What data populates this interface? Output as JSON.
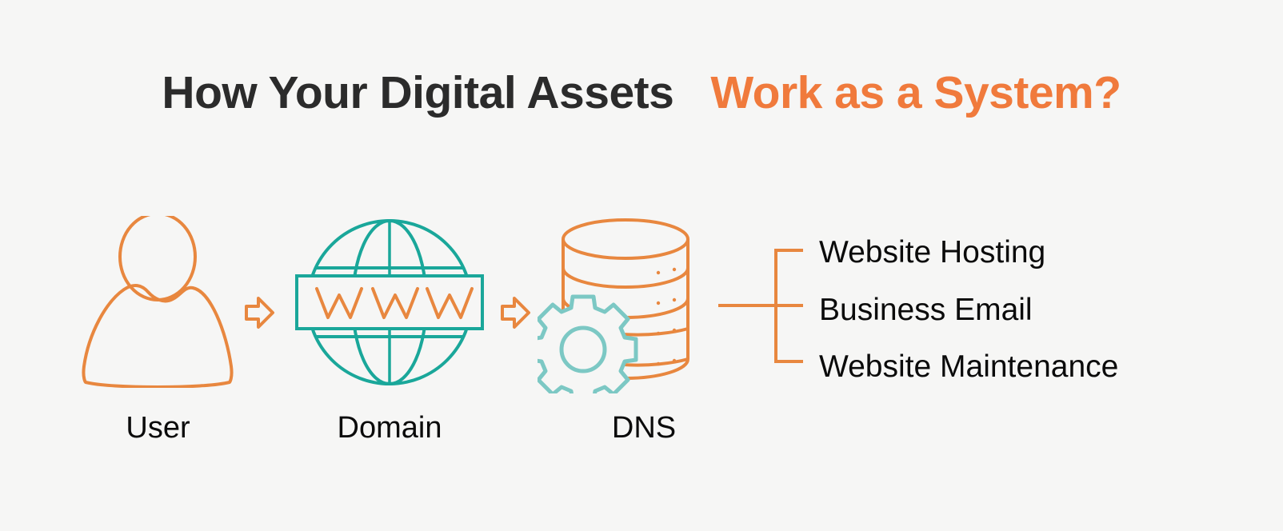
{
  "title": {
    "dark_text": "How Your Digital Assets",
    "accent_text": "Work as a System?",
    "dark_color": "#2b2b2b",
    "accent_color": "#f07a3c"
  },
  "colors": {
    "background": "#f6f6f5",
    "orange": "#e8873f",
    "orange_bright": "#f07a3c",
    "teal": "#1aa79a",
    "teal_light": "#7cc8c4",
    "text": "#0b0b0b"
  },
  "flow": {
    "stages": [
      {
        "id": "user",
        "label": "User",
        "icon": "user-icon"
      },
      {
        "id": "domain",
        "label": "Domain",
        "icon": "globe-www-icon",
        "badge_text": "W W W"
      },
      {
        "id": "dns",
        "label": "DNS",
        "icon": "database-gear-icon"
      }
    ],
    "arrows": [
      {
        "id": "arrow-user-to-domain",
        "icon": "arrow-right-icon"
      },
      {
        "id": "arrow-domain-to-dns",
        "icon": "arrow-right-icon"
      }
    ]
  },
  "services": {
    "connector": "bracket-connector",
    "items": [
      {
        "label": "Website Hosting"
      },
      {
        "label": "Business Email"
      },
      {
        "label": "Website Maintenance"
      }
    ]
  }
}
